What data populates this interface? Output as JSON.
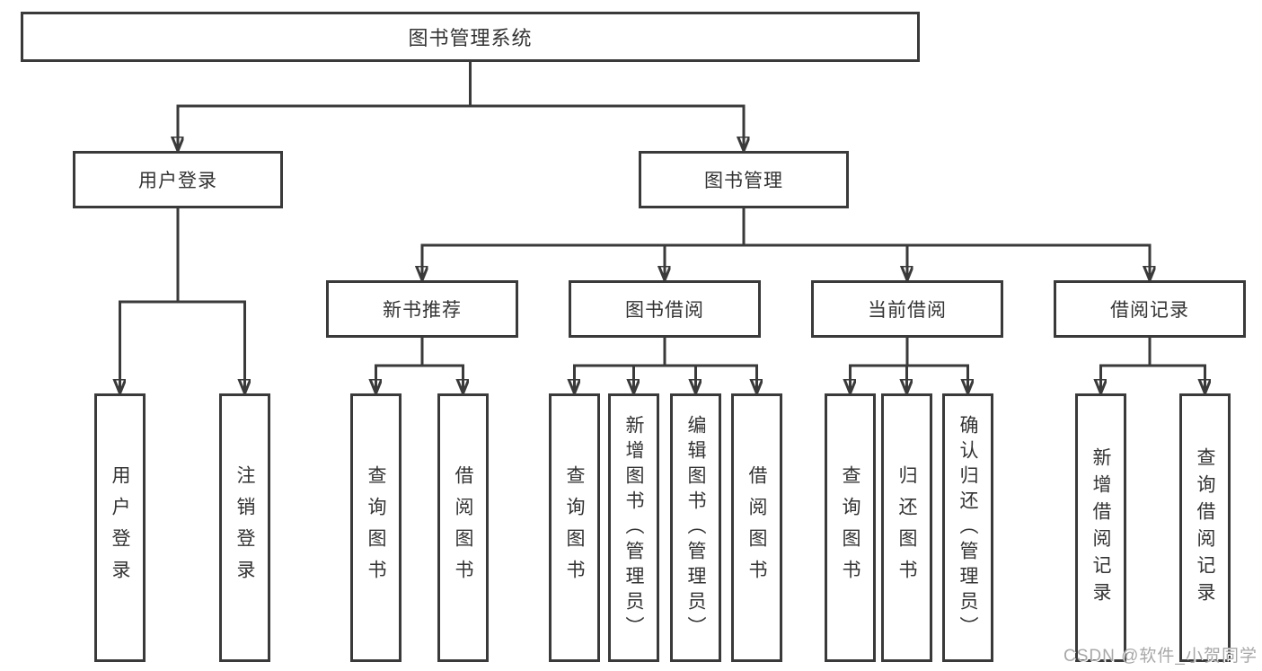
{
  "tree": {
    "label": "图书管理系统",
    "children": [
      {
        "label": "用户登录",
        "children": [
          {
            "label": "用户登录"
          },
          {
            "label": "注销登录"
          }
        ]
      },
      {
        "label": "图书管理",
        "children": [
          {
            "label": "新书推荐",
            "children": [
              {
                "label": "查询图书"
              },
              {
                "label": "借阅图书"
              }
            ]
          },
          {
            "label": "图书借阅",
            "children": [
              {
                "label": "查询图书"
              },
              {
                "label": "新增图书（管理员）"
              },
              {
                "label": "编辑图书（管理员）"
              },
              {
                "label": "借阅图书"
              }
            ]
          },
          {
            "label": "当前借阅",
            "children": [
              {
                "label": "查询图书"
              },
              {
                "label": "归还图书"
              },
              {
                "label": "确认归还（管理员）"
              }
            ]
          },
          {
            "label": "借阅记录",
            "children": [
              {
                "label": "新增借阅记录"
              },
              {
                "label": "查询借阅记录"
              }
            ]
          }
        ]
      }
    ]
  },
  "watermark": {
    "text": "CSDN @软件_小贺同学"
  },
  "colors": {
    "background": "#ffffff",
    "box_fill": "#ffffff",
    "box_border": "#3a3a3a",
    "connector_line": "#3a3a3a",
    "label_text": "#333333",
    "watermark_text": "#a8a8a8"
  }
}
